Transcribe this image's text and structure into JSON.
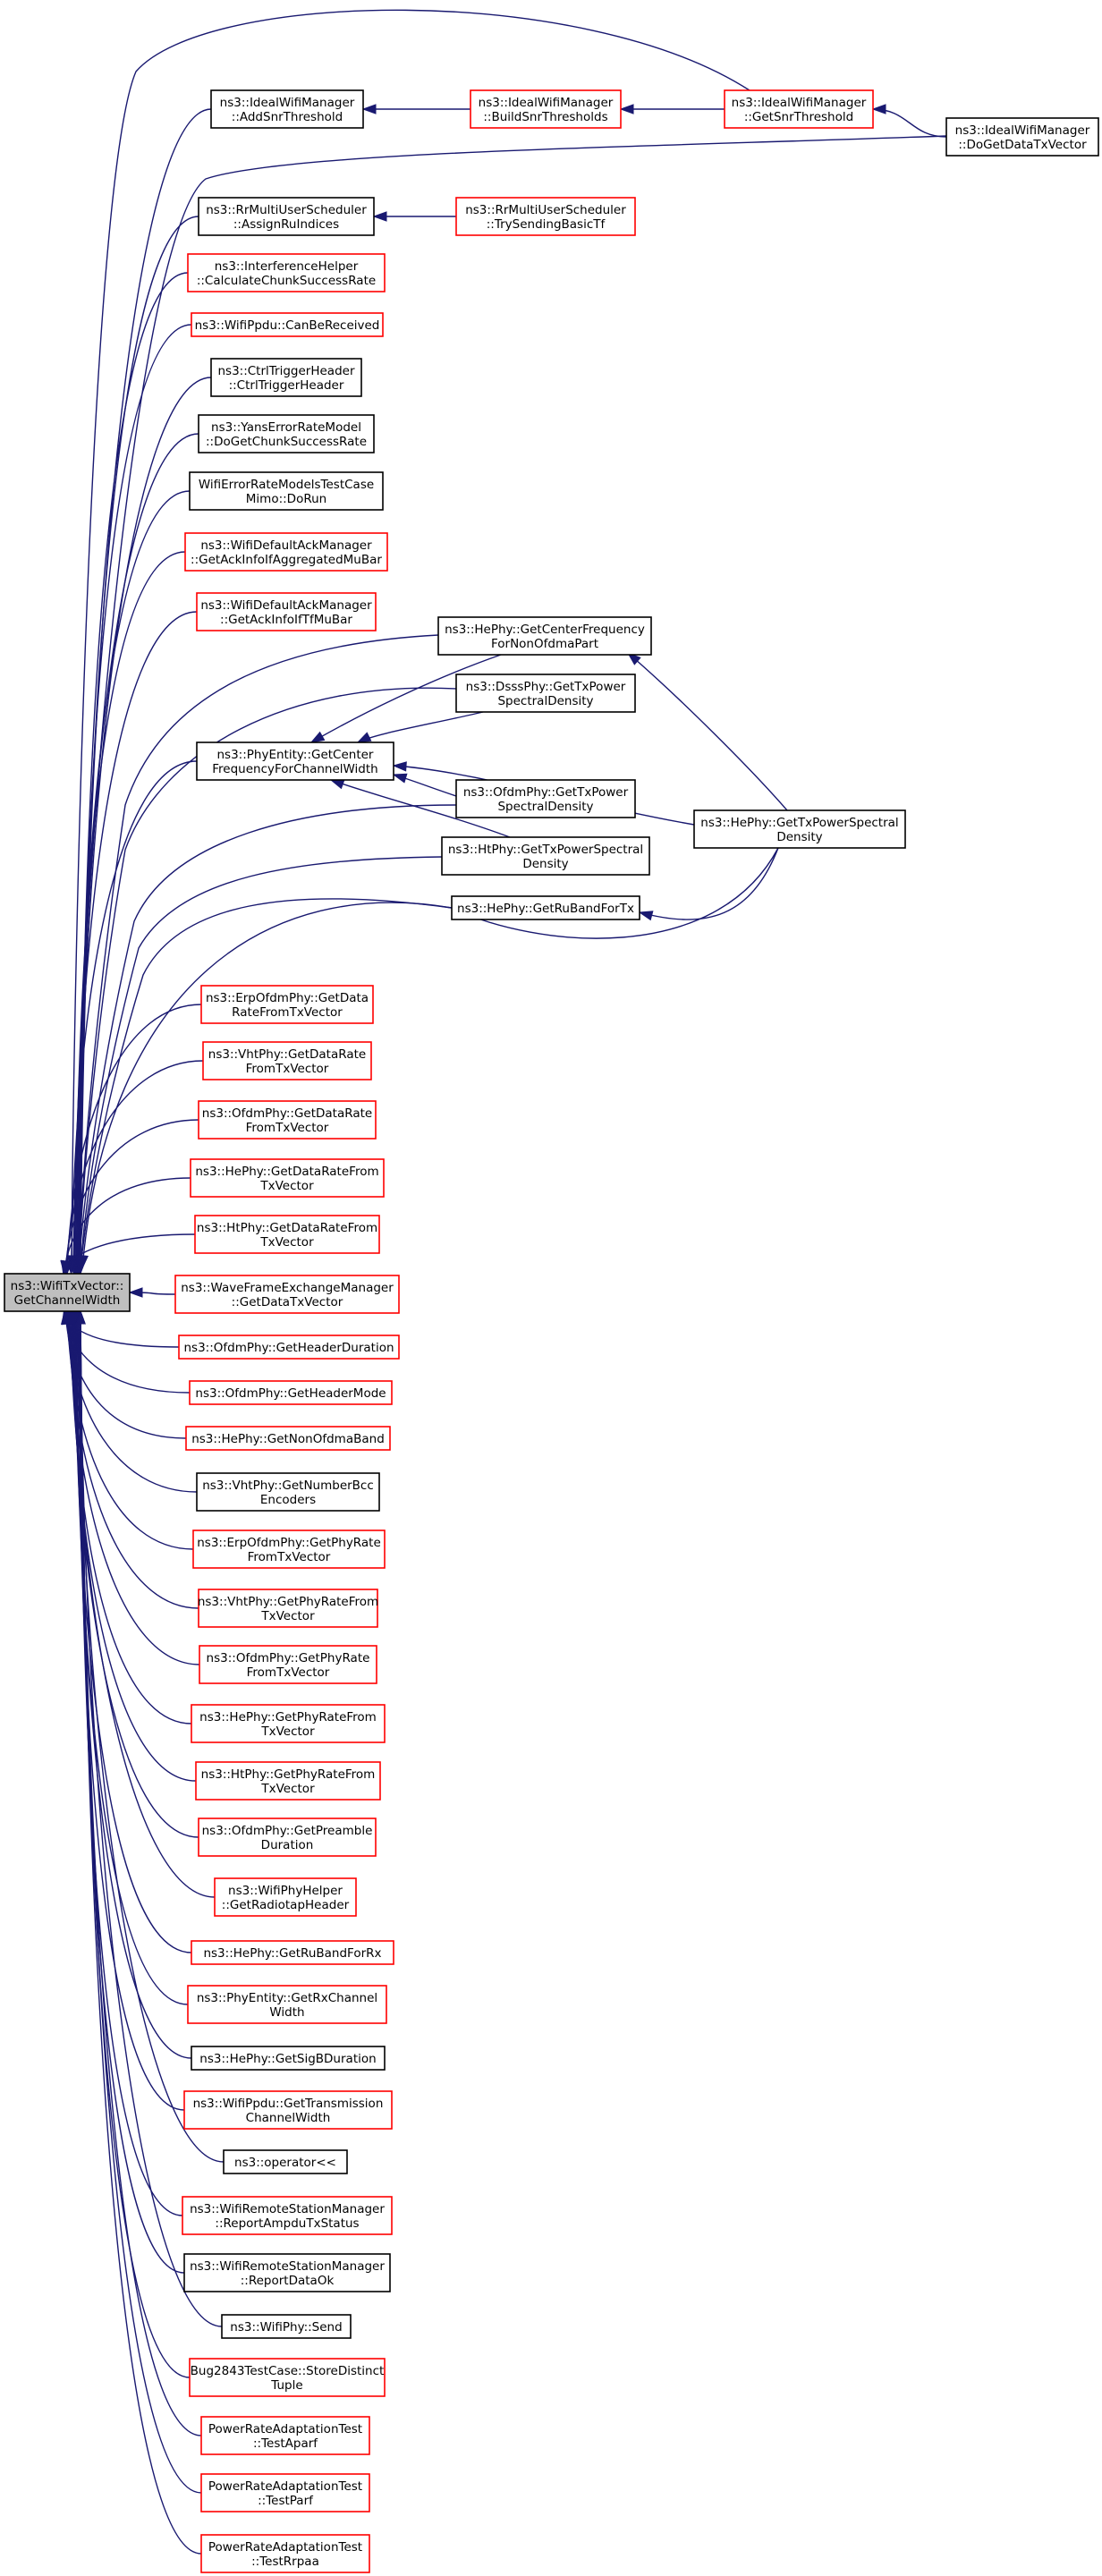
{
  "graph": {
    "edge_color": "#191970",
    "nodes": [
      {
        "id": "root",
        "lines": [
          "ns3::WifiTxVector::",
          "GetChannelWidth"
        ],
        "border": "black",
        "root": true
      },
      {
        "id": "addSnr",
        "lines": [
          "ns3::IdealWifiManager",
          "::AddSnrThreshold"
        ],
        "border": "black"
      },
      {
        "id": "buildSnr",
        "lines": [
          "ns3::IdealWifiManager",
          "::BuildSnrThresholds"
        ],
        "border": "red"
      },
      {
        "id": "getSnr",
        "lines": [
          "ns3::IdealWifiManager",
          "::GetSnrThreshold"
        ],
        "border": "red"
      },
      {
        "id": "doGetData",
        "lines": [
          "ns3::IdealWifiManager",
          "::DoGetDataTxVector"
        ],
        "border": "black"
      },
      {
        "id": "assignRu",
        "lines": [
          "ns3::RrMultiUserScheduler",
          "::AssignRuIndices"
        ],
        "border": "black"
      },
      {
        "id": "trySending",
        "lines": [
          "ns3::RrMultiUserScheduler",
          "::TrySendingBasicTf"
        ],
        "border": "red"
      },
      {
        "id": "calcChunk",
        "lines": [
          "ns3::InterferenceHelper",
          "::CalculateChunkSuccessRate"
        ],
        "border": "red"
      },
      {
        "id": "canBeRx",
        "lines": [
          "ns3::WifiPpdu::CanBeReceived"
        ],
        "border": "red"
      },
      {
        "id": "ctrlTrig",
        "lines": [
          "ns3::CtrlTriggerHeader",
          "::CtrlTriggerHeader"
        ],
        "border": "black"
      },
      {
        "id": "yans",
        "lines": [
          "ns3::YansErrorRateModel",
          "::DoGetChunkSuccessRate"
        ],
        "border": "black"
      },
      {
        "id": "mimo",
        "lines": [
          "WifiErrorRateModelsTestCase",
          "Mimo::DoRun"
        ],
        "border": "black"
      },
      {
        "id": "ackMu",
        "lines": [
          "ns3::WifiDefaultAckManager",
          "::GetAckInfoIfAggregatedMuBar"
        ],
        "border": "red"
      },
      {
        "id": "ackTf",
        "lines": [
          "ns3::WifiDefaultAckManager",
          "::GetAckInfoIfTfMuBar"
        ],
        "border": "red"
      },
      {
        "id": "heCenter",
        "lines": [
          "ns3::HePhy::GetCenterFrequency",
          "ForNonOfdmaPart"
        ],
        "border": "black"
      },
      {
        "id": "dsss",
        "lines": [
          "ns3::DsssPhy::GetTxPower",
          "SpectralDensity"
        ],
        "border": "black"
      },
      {
        "id": "phyCenter",
        "lines": [
          "ns3::PhyEntity::GetCenter",
          "FrequencyForChannelWidth"
        ],
        "border": "black"
      },
      {
        "id": "ofdmTx",
        "lines": [
          "ns3::OfdmPhy::GetTxPower",
          "SpectralDensity"
        ],
        "border": "black"
      },
      {
        "id": "htTx",
        "lines": [
          "ns3::HtPhy::GetTxPowerSpectral",
          "Density"
        ],
        "border": "black"
      },
      {
        "id": "heTx",
        "lines": [
          "ns3::HePhy::GetTxPowerSpectral",
          "Density"
        ],
        "border": "black"
      },
      {
        "id": "heRuTx",
        "lines": [
          "ns3::HePhy::GetRuBandForTx"
        ],
        "border": "black"
      },
      {
        "id": "erpData",
        "lines": [
          "ns3::ErpOfdmPhy::GetData",
          "RateFromTxVector"
        ],
        "border": "red"
      },
      {
        "id": "vhtData",
        "lines": [
          "ns3::VhtPhy::GetDataRate",
          "FromTxVector"
        ],
        "border": "red"
      },
      {
        "id": "ofdmData",
        "lines": [
          "ns3::OfdmPhy::GetDataRate",
          "FromTxVector"
        ],
        "border": "red"
      },
      {
        "id": "heData",
        "lines": [
          "ns3::HePhy::GetDataRateFrom",
          "TxVector"
        ],
        "border": "red"
      },
      {
        "id": "htData",
        "lines": [
          "ns3::HtPhy::GetDataRateFrom",
          "TxVector"
        ],
        "border": "red"
      },
      {
        "id": "wave",
        "lines": [
          "ns3::WaveFrameExchangeManager",
          "::GetDataTxVector"
        ],
        "border": "red"
      },
      {
        "id": "ofdmHdrDur",
        "lines": [
          "ns3::OfdmPhy::GetHeaderDuration"
        ],
        "border": "red"
      },
      {
        "id": "ofdmHdrMode",
        "lines": [
          "ns3::OfdmPhy::GetHeaderMode"
        ],
        "border": "red"
      },
      {
        "id": "heNonOfdma",
        "lines": [
          "ns3::HePhy::GetNonOfdmaBand"
        ],
        "border": "red"
      },
      {
        "id": "vhtBcc",
        "lines": [
          "ns3::VhtPhy::GetNumberBcc",
          "Encoders"
        ],
        "border": "black"
      },
      {
        "id": "erpPhy",
        "lines": [
          "ns3::ErpOfdmPhy::GetPhyRate",
          "FromTxVector"
        ],
        "border": "red"
      },
      {
        "id": "vhtPhy",
        "lines": [
          "ns3::VhtPhy::GetPhyRateFrom",
          "TxVector"
        ],
        "border": "red"
      },
      {
        "id": "ofdmPhy",
        "lines": [
          "ns3::OfdmPhy::GetPhyRate",
          "FromTxVector"
        ],
        "border": "red"
      },
      {
        "id": "hePhy",
        "lines": [
          "ns3::HePhy::GetPhyRateFrom",
          "TxVector"
        ],
        "border": "red"
      },
      {
        "id": "htPhy",
        "lines": [
          "ns3::HtPhy::GetPhyRateFrom",
          "TxVector"
        ],
        "border": "red"
      },
      {
        "id": "ofdmPre",
        "lines": [
          "ns3::OfdmPhy::GetPreamble",
          "Duration"
        ],
        "border": "red"
      },
      {
        "id": "radiotap",
        "lines": [
          "ns3::WifiPhyHelper",
          "::GetRadiotapHeader"
        ],
        "border": "red"
      },
      {
        "id": "heRuRx",
        "lines": [
          "ns3::HePhy::GetRuBandForRx"
        ],
        "border": "red"
      },
      {
        "id": "rxChan",
        "lines": [
          "ns3::PhyEntity::GetRxChannel",
          "Width"
        ],
        "border": "red"
      },
      {
        "id": "sigB",
        "lines": [
          "ns3::HePhy::GetSigBDuration"
        ],
        "border": "black"
      },
      {
        "id": "transChan",
        "lines": [
          "ns3::WifiPpdu::GetTransmission",
          "ChannelWidth"
        ],
        "border": "red"
      },
      {
        "id": "opShift",
        "lines": [
          "ns3::operator<<"
        ],
        "border": "black"
      },
      {
        "id": "ampdu",
        "lines": [
          "ns3::WifiRemoteStationManager",
          "::ReportAmpduTxStatus"
        ],
        "border": "red"
      },
      {
        "id": "dataOk",
        "lines": [
          "ns3::WifiRemoteStationManager",
          "::ReportDataOk"
        ],
        "border": "black"
      },
      {
        "id": "send",
        "lines": [
          "ns3::WifiPhy::Send"
        ],
        "border": "black"
      },
      {
        "id": "bug",
        "lines": [
          "Bug2843TestCase::StoreDistinct",
          "Tuple"
        ],
        "border": "red"
      },
      {
        "id": "aparf",
        "lines": [
          "PowerRateAdaptationTest",
          "::TestAparf"
        ],
        "border": "red"
      },
      {
        "id": "parf",
        "lines": [
          "PowerRateAdaptationTest",
          "::TestParf"
        ],
        "border": "red"
      },
      {
        "id": "rrpaa",
        "lines": [
          "PowerRateAdaptationTest",
          "::TestRrpaa"
        ],
        "border": "red"
      }
    ],
    "edges": [
      [
        "addSnr",
        "root"
      ],
      [
        "buildSnr",
        "addSnr"
      ],
      [
        "getSnr",
        "buildSnr"
      ],
      [
        "getSnr",
        "root"
      ],
      [
        "doGetData",
        "getSnr"
      ],
      [
        "doGetData",
        "root"
      ],
      [
        "assignRu",
        "root"
      ],
      [
        "trySending",
        "assignRu"
      ],
      [
        "calcChunk",
        "root"
      ],
      [
        "canBeRx",
        "root"
      ],
      [
        "ctrlTrig",
        "root"
      ],
      [
        "yans",
        "root"
      ],
      [
        "mimo",
        "root"
      ],
      [
        "ackMu",
        "root"
      ],
      [
        "ackTf",
        "root"
      ],
      [
        "heCenter",
        "root"
      ],
      [
        "heCenter",
        "phyCenter"
      ],
      [
        "heTx",
        "heCenter"
      ],
      [
        "dsss",
        "root"
      ],
      [
        "dsss",
        "phyCenter"
      ],
      [
        "phyCenter",
        "root"
      ],
      [
        "heTx",
        "phyCenter"
      ],
      [
        "ofdmTx",
        "root"
      ],
      [
        "ofdmTx",
        "phyCenter"
      ],
      [
        "htTx",
        "root"
      ],
      [
        "htTx",
        "phyCenter"
      ],
      [
        "heTx",
        "root"
      ],
      [
        "heRuTx",
        "root"
      ],
      [
        "heTx",
        "heRuTx"
      ],
      [
        "erpData",
        "root"
      ],
      [
        "vhtData",
        "root"
      ],
      [
        "ofdmData",
        "root"
      ],
      [
        "heData",
        "root"
      ],
      [
        "htData",
        "root"
      ],
      [
        "wave",
        "root"
      ],
      [
        "ofdmHdrDur",
        "root"
      ],
      [
        "ofdmHdrMode",
        "root"
      ],
      [
        "heNonOfdma",
        "root"
      ],
      [
        "vhtBcc",
        "root"
      ],
      [
        "erpPhy",
        "root"
      ],
      [
        "vhtPhy",
        "root"
      ],
      [
        "ofdmPhy",
        "root"
      ],
      [
        "hePhy",
        "root"
      ],
      [
        "htPhy",
        "root"
      ],
      [
        "ofdmPre",
        "root"
      ],
      [
        "radiotap",
        "root"
      ],
      [
        "heRuRx",
        "root"
      ],
      [
        "rxChan",
        "root"
      ],
      [
        "sigB",
        "root"
      ],
      [
        "transChan",
        "root"
      ],
      [
        "opShift",
        "root"
      ],
      [
        "ampdu",
        "root"
      ],
      [
        "dataOk",
        "root"
      ],
      [
        "send",
        "root"
      ],
      [
        "bug",
        "root"
      ],
      [
        "aparf",
        "root"
      ],
      [
        "parf",
        "root"
      ],
      [
        "rrpaa",
        "root"
      ]
    ]
  }
}
